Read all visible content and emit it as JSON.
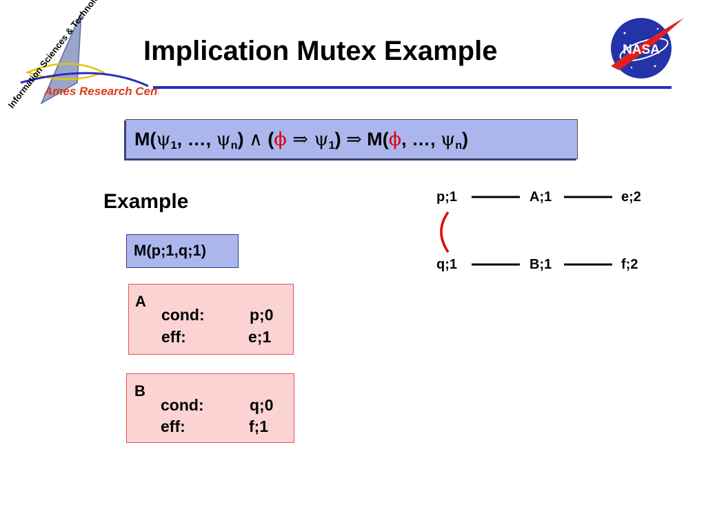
{
  "header": {
    "title": "Implication Mutex Example",
    "logo_arc_text": "Information Sciences & Technology",
    "logo_center_text": "Ames Research Center",
    "nasa_logo_text": "NASA"
  },
  "formula": {
    "t1": "M(",
    "psi_a": "ψ",
    "s1": "1",
    "t2": ", …, ",
    "psi_b": "ψ",
    "sn": "n",
    "t3": ") ",
    "and": "∧",
    "t4": " (",
    "phi_a": "ϕ",
    "implies_a": " ⇒ ",
    "psi_c": "ψ",
    "s1b": "1",
    "t5": ") ",
    "implies_b": "⇒",
    "t6": " M(",
    "phi_b": "ϕ",
    "t7": ", …, ",
    "psi_d": "ψ",
    "sn2": "n",
    "t8": ")"
  },
  "example_label": "Example",
  "mutex_box": "M(p;1,q;1)",
  "action_a": {
    "label": "A",
    "cond_label": "cond:",
    "cond_value": "p;0",
    "eff_label": "eff:",
    "eff_value": "e;1"
  },
  "action_b": {
    "label": "B",
    "cond_label": "cond:",
    "cond_value": "q;0",
    "eff_label": "eff:",
    "eff_value": "f;1"
  },
  "graph": {
    "row1": [
      "p;1",
      "A;1",
      "e;2"
    ],
    "row2": [
      "q;1",
      "B;1",
      "f;2"
    ],
    "mutex_color": "#e00000"
  },
  "colors": {
    "title_rule": "#2b2bc4",
    "box_blue": "#aab6ec",
    "box_pink": "#fbd3d3",
    "box_pink_border": "#e05656"
  }
}
